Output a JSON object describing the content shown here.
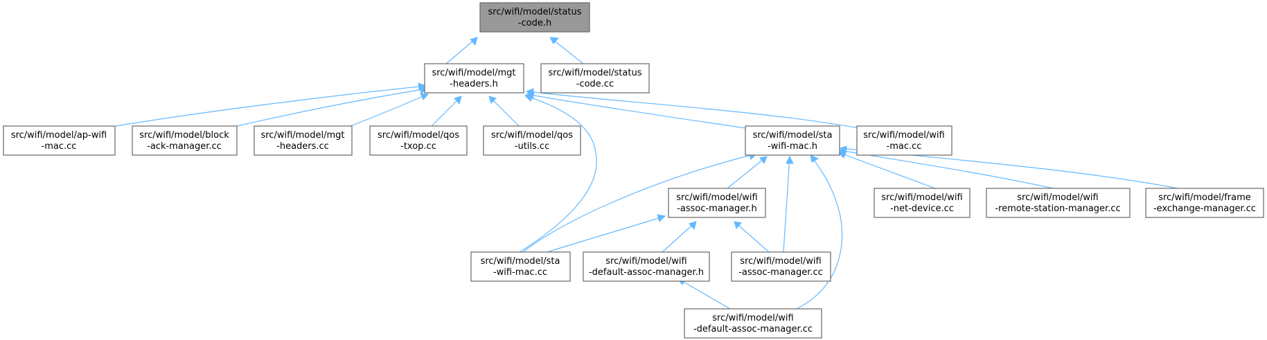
{
  "graph": {
    "edge_color": "#63b8ff",
    "root_fill": "#999999",
    "nodes": [
      {
        "id": "n0",
        "line1": "src/wifi/model/status",
        "line2": "-code.h",
        "root": true
      },
      {
        "id": "n1",
        "line1": "src/wifi/model/mgt",
        "line2": "-headers.h"
      },
      {
        "id": "n2",
        "line1": "src/wifi/model/status",
        "line2": "-code.cc"
      },
      {
        "id": "n3",
        "line1": "src/wifi/model/ap-wifi",
        "line2": "-mac.cc"
      },
      {
        "id": "n4",
        "line1": "src/wifi/model/block",
        "line2": "-ack-manager.cc"
      },
      {
        "id": "n5",
        "line1": "src/wifi/model/mgt",
        "line2": "-headers.cc"
      },
      {
        "id": "n6",
        "line1": "src/wifi/model/qos",
        "line2": "-txop.cc"
      },
      {
        "id": "n7",
        "line1": "src/wifi/model/qos",
        "line2": "-utils.cc"
      },
      {
        "id": "n8",
        "line1": "src/wifi/model/sta",
        "line2": "-wifi-mac.h"
      },
      {
        "id": "n9",
        "line1": "src/wifi/model/wifi",
        "line2": "-mac.cc"
      },
      {
        "id": "n10",
        "line1": "src/wifi/model/wifi",
        "line2": "-assoc-manager.h"
      },
      {
        "id": "n11",
        "line1": "src/wifi/model/wifi",
        "line2": "-net-device.cc"
      },
      {
        "id": "n12",
        "line1": "src/wifi/model/wifi",
        "line2": "-remote-station-manager.cc"
      },
      {
        "id": "n13",
        "line1": "src/wifi/model/frame",
        "line2": "-exchange-manager.cc"
      },
      {
        "id": "n14",
        "line1": "src/wifi/model/sta",
        "line2": "-wifi-mac.cc"
      },
      {
        "id": "n15",
        "line1": "src/wifi/model/wifi",
        "line2": "-default-assoc-manager.h"
      },
      {
        "id": "n16",
        "line1": "src/wifi/model/wifi",
        "line2": "-assoc-manager.cc"
      },
      {
        "id": "n17",
        "line1": "src/wifi/model/wifi",
        "line2": "-default-assoc-manager.cc"
      }
    ],
    "edges": [
      {
        "from": "n0",
        "to": "n1"
      },
      {
        "from": "n0",
        "to": "n2"
      },
      {
        "from": "n1",
        "to": "n3"
      },
      {
        "from": "n1",
        "to": "n4"
      },
      {
        "from": "n1",
        "to": "n5"
      },
      {
        "from": "n1",
        "to": "n6"
      },
      {
        "from": "n1",
        "to": "n7"
      },
      {
        "from": "n1",
        "to": "n8"
      },
      {
        "from": "n1",
        "to": "n9"
      },
      {
        "from": "n1",
        "to": "n14"
      },
      {
        "from": "n8",
        "to": "n10"
      },
      {
        "from": "n8",
        "to": "n11"
      },
      {
        "from": "n8",
        "to": "n12"
      },
      {
        "from": "n8",
        "to": "n13"
      },
      {
        "from": "n8",
        "to": "n14"
      },
      {
        "from": "n8",
        "to": "n16"
      },
      {
        "from": "n8",
        "to": "n17"
      },
      {
        "from": "n10",
        "to": "n14"
      },
      {
        "from": "n10",
        "to": "n15"
      },
      {
        "from": "n10",
        "to": "n16"
      },
      {
        "from": "n15",
        "to": "n17"
      }
    ]
  }
}
